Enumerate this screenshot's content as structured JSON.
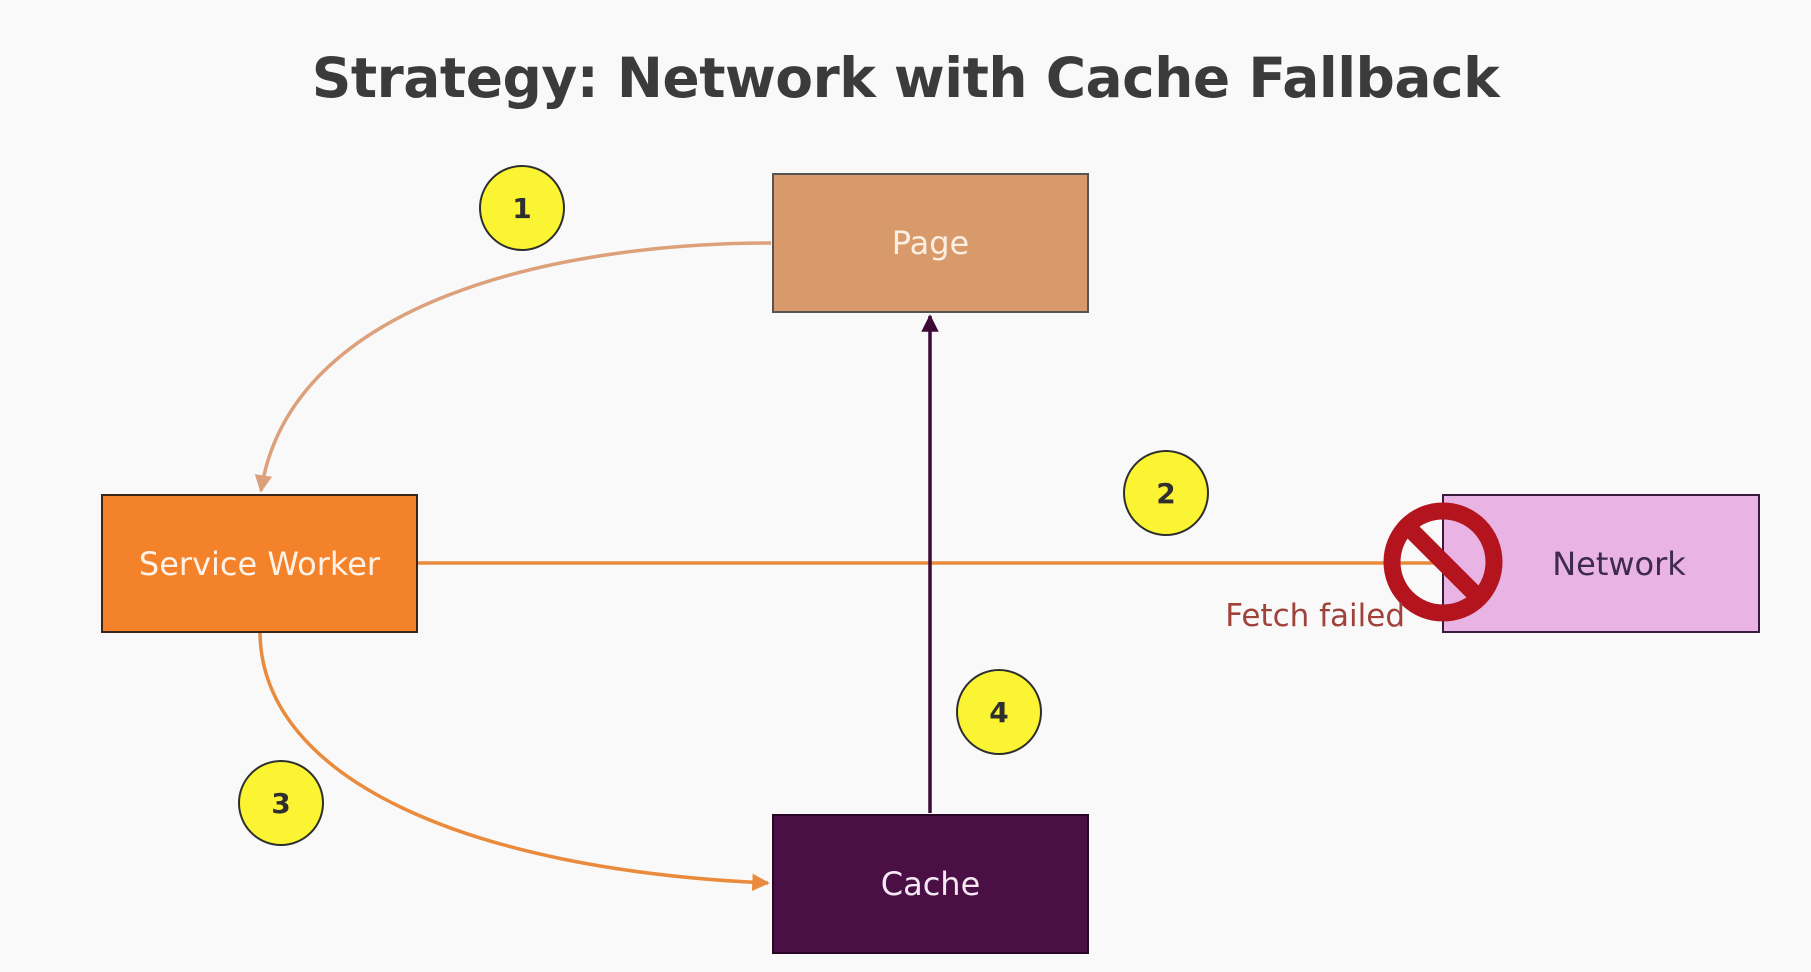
{
  "title": "Strategy: Network with Cache Fallback",
  "nodes": {
    "page": "Page",
    "service_worker": "Service Worker",
    "network": "Network",
    "cache": "Cache"
  },
  "steps": [
    "1",
    "2",
    "3",
    "4"
  ],
  "annotations": {
    "fetch_failed": "Fetch failed"
  },
  "icons": {
    "blocked": "no-entry-icon"
  },
  "colors": {
    "page": "#d89a6a",
    "service_worker": "#f4822a",
    "network": "#e9b4e3",
    "cache": "#4a0f45",
    "badge": "#fbf432",
    "blocked": "#b3141e",
    "arrow_orange": "#e98a3c",
    "arrow_light": "#dca07a",
    "arrow_purple": "#3d0a38"
  }
}
